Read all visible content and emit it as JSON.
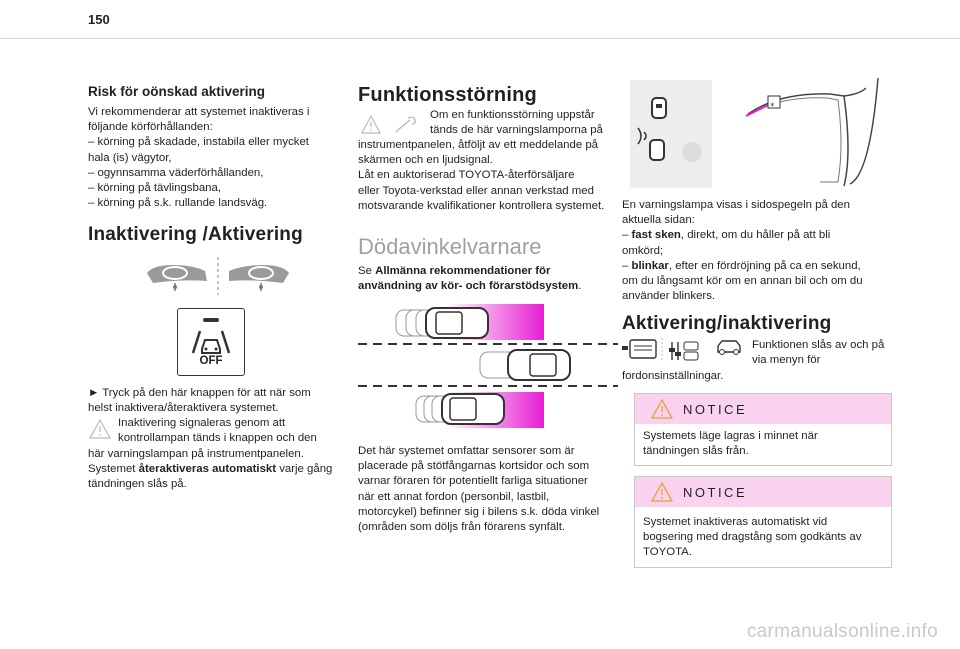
{
  "page": {
    "number": "150",
    "watermark": "carmanualsonline.info"
  },
  "left": {
    "risk_heading": "Risk för oönskad aktivering",
    "risk_intro": [
      "Vi rekommenderar att systemet inaktiveras i",
      "följande körförhållanden:"
    ],
    "risk_items": [
      [
        "– körning på skadade, instabila eller mycket",
        "hala (is) vägytor,"
      ],
      [
        "– ogynnsamma väderförhållanden,"
      ],
      [
        "– körning på tävlingsbana,"
      ],
      [
        "– körning på s.k. rullande landsväg."
      ]
    ],
    "inact_heading": "Inaktivering /Aktivering",
    "off_label": "OFF",
    "press_text": [
      "► Tryck på den här knappen för att när som",
      "helst inaktivera/återaktivera systemet."
    ],
    "signal_text": [
      "Inaktivering signaleras genom att",
      "kontrollampan tänds i knappen och den"
    ],
    "signal_cont": [
      "här varningslampan på instrumentpanelen."
    ],
    "reactivate_pre": "Systemet ",
    "reactivate_bold": "återaktiveras automatiskt",
    "reactivate_post": " varje gång",
    "reactivate_end": "tändningen slås på."
  },
  "middle": {
    "fault_heading": "Funktionsstörning",
    "fault_side": [
      "Om en funktionsstörning uppstår",
      "tänds de här varningslamporna på"
    ],
    "fault_body": [
      "instrumentpanelen, åtföljt av ett meddelande på",
      "skärmen och en ljudsignal.",
      "Låt en auktoriserad TOYOTA-återförsäljare",
      "eller Toyota-verkstad eller annan verkstad med",
      "motsvarande kvalifikationer kontrollera systemet."
    ],
    "bsm_heading": "Dödavinkelvarnare",
    "see_pre": "Se ",
    "see_bold1": "Allmänna rekommendationer för",
    "see_bold2": "användning av kör- och förarstödsystem",
    "see_post": ".",
    "system_text": [
      "Det här systemet omfattar sensorer som är",
      "placerade på stötfångarnas kortsidor och som",
      "varnar föraren för potentiellt farliga situationer",
      "när ett annat fordon (personbil, lastbil,",
      "motorcykel) befinner sig i bilens s.k. döda vinkel",
      "(områden som döljs från förarens synfält."
    ]
  },
  "right": {
    "lamp_text": [
      "En varningslampa visas i sidospegeln på den",
      "aktuella sidan:"
    ],
    "fixed_dash": "– ",
    "fixed_bold": "fast sken",
    "fixed_rest": ", direkt, om du håller på att bli",
    "fixed_cont": "omkörd;",
    "blink_dash": "– ",
    "blink_bold": "blinkar",
    "blink_rest": ", efter en fördröjning på ca en sekund,",
    "blink_cont": [
      "om du långsamt kör om en annan bil och om du",
      "använder blinkers."
    ],
    "act_heading": "Aktivering/inaktivering",
    "act_side": [
      "Funktionen slås av och på",
      "via menyn för"
    ],
    "act_cont": "fordonsinställningar.",
    "notice1_title": "NOTICE",
    "notice1_text": [
      "Systemets läge lagras i minnet när",
      "tändningen slås från."
    ],
    "notice2_title": "NOTICE",
    "notice2_text": [
      "Systemet inaktiveras automatiskt vid",
      "bogsering med dragstång som godkänts av",
      "TOYOTA."
    ]
  },
  "colors": {
    "notice_header": "#f9d2ef",
    "zone_magenta": "#e61ed2",
    "rule": "#d9d9d9"
  }
}
